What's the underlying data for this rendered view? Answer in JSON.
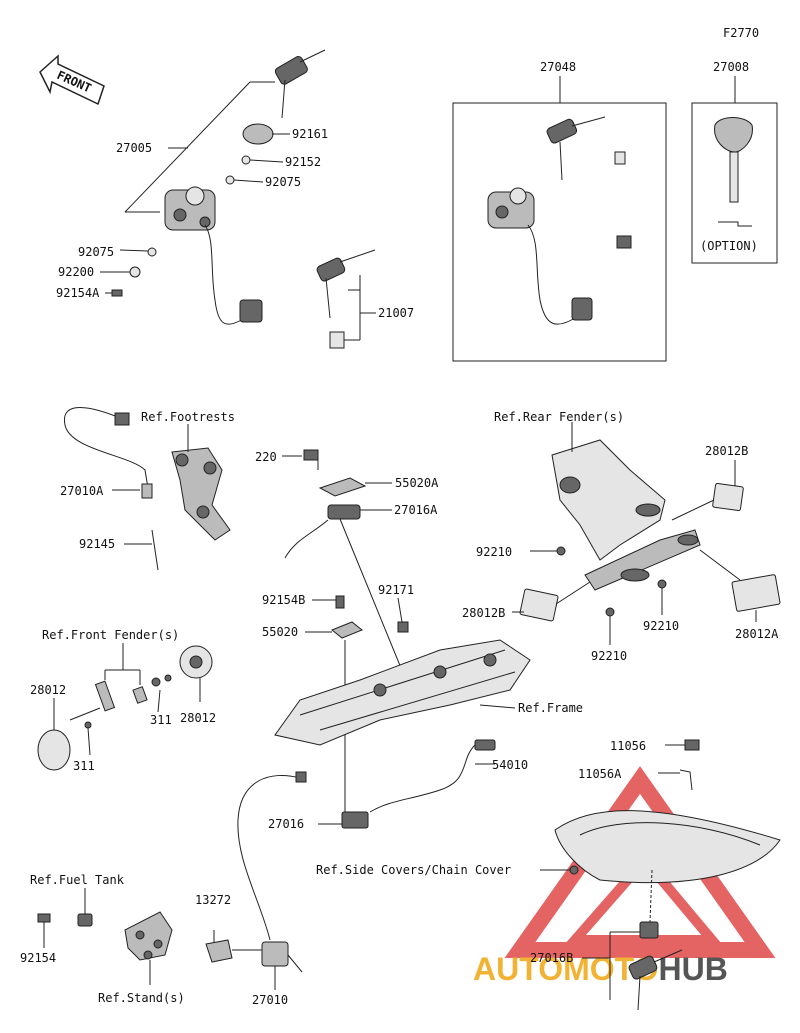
{
  "figure_code": "F2770",
  "front_label": "FRONT",
  "option_label": "(OPTION)",
  "watermark": {
    "auto": "AUTO",
    "moto": "MOTO",
    "hub": "HUB"
  },
  "parts": {
    "p27005": "27005",
    "p92161": "92161",
    "p92152": "92152",
    "p92075a": "92075",
    "p92075b": "92075",
    "p92200": "92200",
    "p92154A": "92154A",
    "p21007": "21007",
    "p27048": "27048",
    "p27008": "27008",
    "p27010A": "27010A",
    "p92145": "92145",
    "p220": "220",
    "p55020A": "55020A",
    "p27016A": "27016A",
    "p28012B_top": "28012B",
    "p92210a": "92210",
    "p92210b": "92210",
    "p92210c": "92210",
    "p28012B": "28012B",
    "p28012A": "28012A",
    "p92154B": "92154B",
    "p92171": "92171",
    "p55020": "55020",
    "p28012a": "28012",
    "p311a": "311",
    "p28012b": "28012",
    "p311b": "311",
    "p54010": "54010",
    "p27016": "27016",
    "p11056": "11056",
    "p11056A": "11056A",
    "p13272": "13272",
    "p92154": "92154",
    "p27010": "27010",
    "p27016B": "27016B"
  },
  "refs": {
    "footrests": "Ref.Footrests",
    "front_fender": "Ref.Front Fender(s)",
    "rear_fender": "Ref.Rear Fender(s)",
    "frame": "Ref.Frame",
    "side_covers": "Ref.Side Covers/Chain Cover",
    "fuel_tank": "Ref.Fuel Tank",
    "stand": "Ref.Stand(s)"
  }
}
